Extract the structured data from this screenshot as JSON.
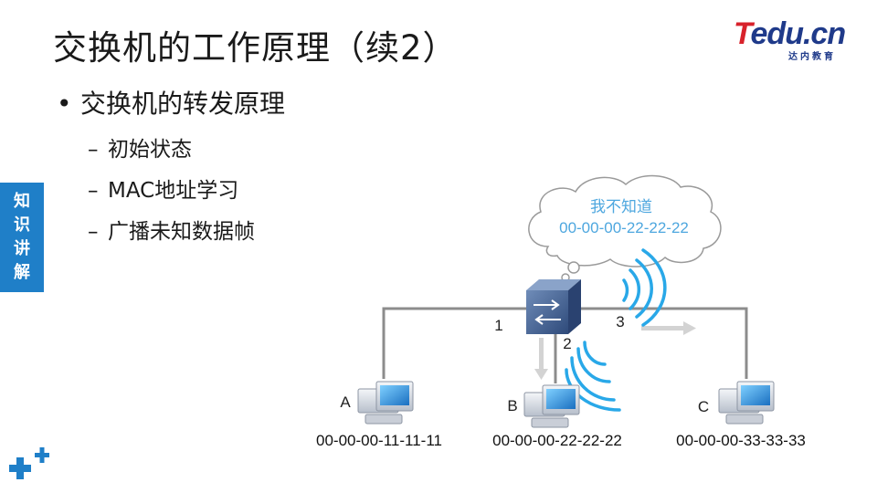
{
  "slide": {
    "title": "交换机的工作原理（续2）",
    "bullet": "交换机的转发原理",
    "sub_items": [
      "初始状态",
      "MAC地址学习",
      "广播未知数据帧"
    ],
    "side_tab": [
      "知",
      "识",
      "讲",
      "解"
    ]
  },
  "logo": {
    "t": "T",
    "rest": "edu.cn",
    "sub": "达内教育"
  },
  "diagram": {
    "cloud_line1": "我不知道",
    "cloud_line2": "00-00-00-22-22-22",
    "port_labels": [
      "1",
      "2",
      "3"
    ],
    "hosts": [
      {
        "name": "A",
        "mac": "00-00-00-11-11-11"
      },
      {
        "name": "B",
        "mac": "00-00-00-22-22-22"
      },
      {
        "name": "C",
        "mac": "00-00-00-33-33-33"
      }
    ]
  },
  "colors": {
    "accent_blue": "#1f7fc8",
    "signal_blue": "#29a8e8",
    "line_gray": "#8c8c8c",
    "logo_red": "#d8222b",
    "logo_navy": "#1f3a8a"
  }
}
